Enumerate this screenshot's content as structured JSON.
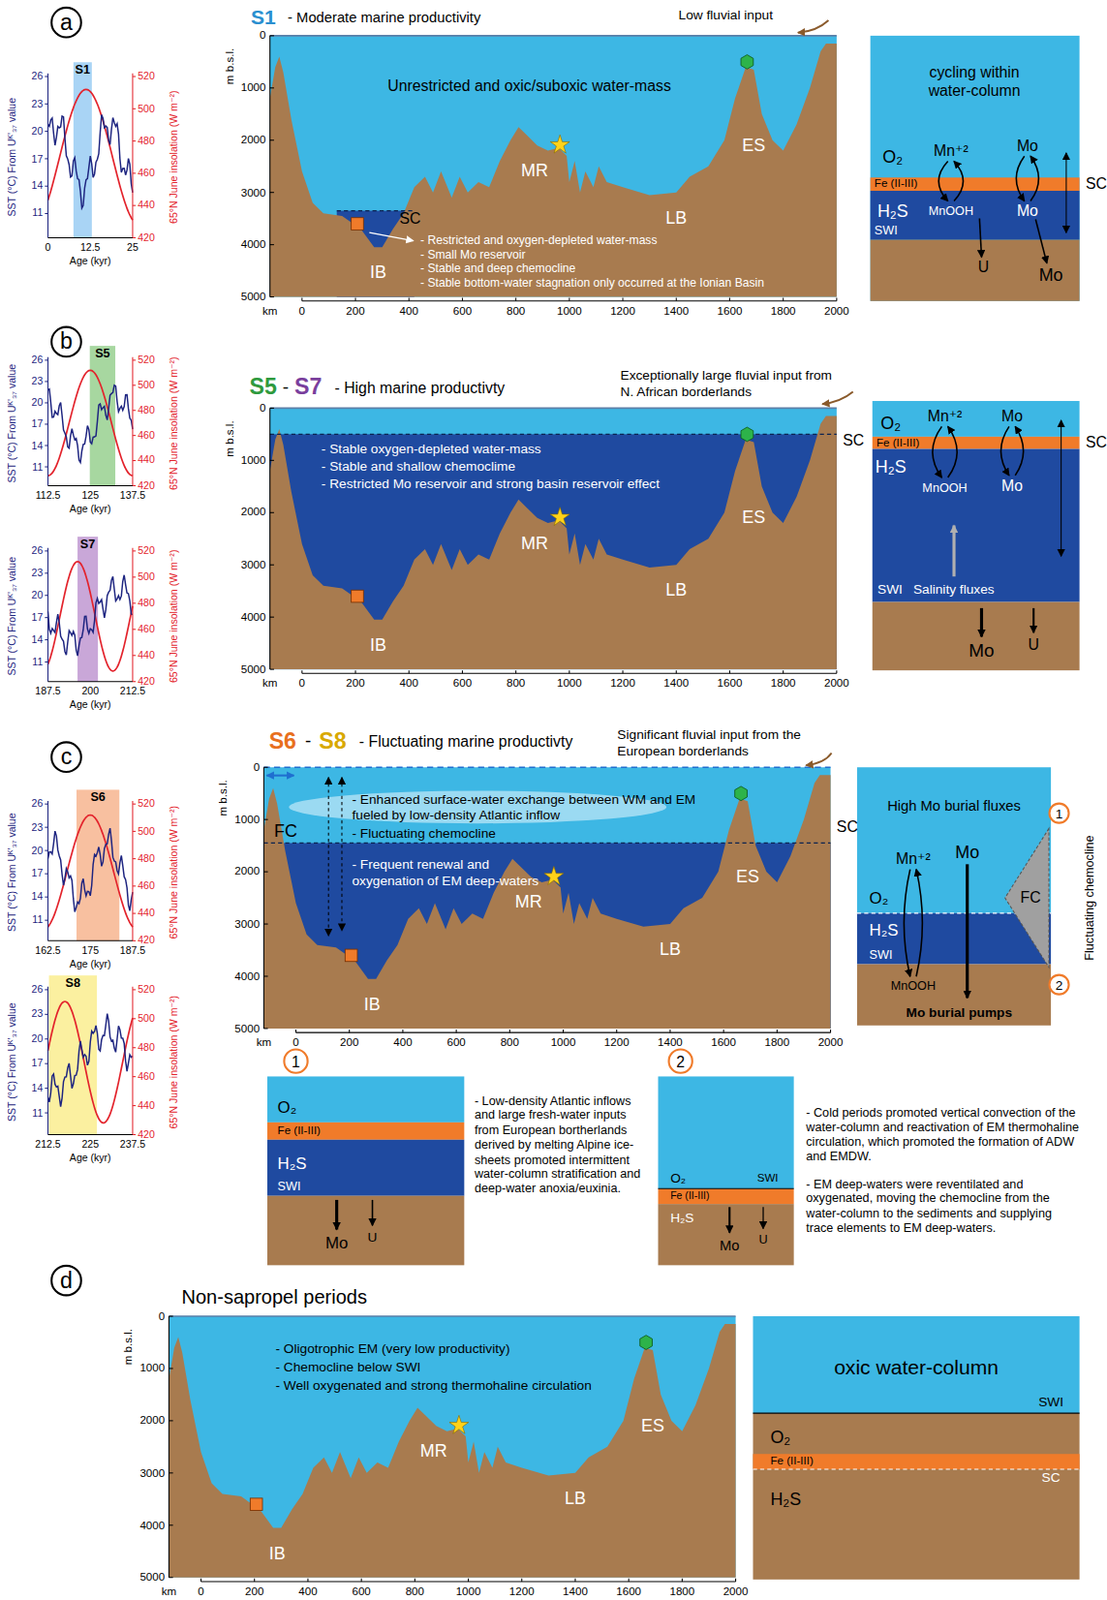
{
  "diagram": {
    "nodes": [
      {
        "text": [
          "a"
        ]
      },
      {
        "text": [
          "b"
        ]
      },
      {
        "text": [
          "c"
        ]
      },
      {
        "text": [
          "1"
        ]
      },
      {
        "text": [
          "2"
        ]
      },
      {
        "text": [
          "1"
        ]
      },
      {
        "text": [
          "2"
        ]
      },
      {
        "text": [
          "d"
        ]
      }
    ],
    "edges": [],
    "labels": [
      "S1",
      "SST (°C) From Uᴷ'₃₇ value",
      "26",
      "23",
      "20",
      "17",
      "14",
      "11",
      "520",
      "500",
      "480",
      "460",
      "440",
      "420",
      "65°N June insolation (W m⁻²)",
      "0",
      "12.5",
      "25",
      "Age (kyr)",
      "m b.s.l.",
      "0",
      "1000",
      "2000",
      "3000",
      "4000",
      "5000",
      "km",
      "0",
      "200",
      "400",
      "600",
      "800",
      "1000",
      "1200",
      "1400",
      "1600",
      "1800",
      "2000",
      "S1",
      "- Moderate marine productivity",
      "Low fluvial input",
      "Unrestricted and oxic/suboxic water-mass",
      "SC",
      "IB",
      "MR",
      "LB",
      "ES",
      "- Restricted and oxygen-depleted water-mass",
      "- Small Mo reservoir",
      "- Stable and deep chemocline",
      "- Stable bottom-water stagnation only occurred at the Ionian Basin",
      "cycling within water-column",
      "O₂",
      "Mn⁺²",
      "Mo",
      "Fe (II-III)",
      "SC",
      "H₂S",
      "MnOOH",
      "Mo",
      "SWI",
      "U",
      "Mo",
      "S5",
      "SST (°C) From Uᴷ'₃₇ value",
      "26",
      "23",
      "20",
      "17",
      "14",
      "11",
      "520",
      "500",
      "480",
      "460",
      "440",
      "420",
      "65°N June insolation (W m⁻²)",
      "112.5",
      "125",
      "137.5",
      "Age (kyr)",
      "S7",
      "SST (°C) From Uᴷ'₃₇ value",
      "26",
      "23",
      "20",
      "17",
      "14",
      "11",
      "520",
      "500",
      "480",
      "460",
      "440",
      "420",
      "65°N June insolation (W m⁻²)",
      "187.5",
      "200",
      "212.5",
      "Age (kyr)",
      "m b.s.l.",
      "0",
      "1000",
      "2000",
      "3000",
      "4000",
      "5000",
      "km",
      "0",
      "200",
      "400",
      "600",
      "800",
      "1000",
      "1200",
      "1400",
      "1600",
      "1800",
      "2000",
      "S5",
      "-",
      "S7",
      "- High marine productivty",
      "Exceptionally large fluvial input from N. African borderlands",
      "SC",
      "- Stable oxygen-depleted water-mass",
      "- Stable and shallow chemoclime",
      "- Restricted Mo reservoir and strong basin reservoir effect",
      "MR",
      "ES",
      "LB",
      "IB",
      "O₂",
      "Mn⁺²",
      "Mo",
      "Fe (II-III)",
      "SC",
      "H₂S",
      "MnOOH",
      "Mo",
      "SWI",
      "Salinity fluxes",
      "Mo",
      "U",
      "S6",
      "SST (°C) From Uᴷ'₃₇ value",
      "26",
      "23",
      "20",
      "17",
      "14",
      "11",
      "520",
      "500",
      "480",
      "460",
      "440",
      "420",
      "65°N June insolation (W m⁻²)",
      "162.5",
      "175",
      "187.5",
      "Age (kyr)",
      "S8",
      "SST (°C) From Uᴷ'₃₇ value",
      "26",
      "23",
      "20",
      "17",
      "14",
      "11",
      "520",
      "500",
      "480",
      "460",
      "440",
      "420",
      "65°N June insolation (W m⁻²)",
      "212.5",
      "225",
      "237.5",
      "Age (kyr)",
      "m b.s.l.",
      "0",
      "1000",
      "2000",
      "3000",
      "4000",
      "5000",
      "km",
      "0",
      "200",
      "400",
      "600",
      "800",
      "1000",
      "1200",
      "1400",
      "1600",
      "1800",
      "2000",
      "S6",
      "-",
      "S8",
      "- Fluctuating marine productivty",
      "Significant fluvial input from the European borderlands",
      "- Enhanced surface-water exchange between WM and EM fueled by low-density Atlantic inflow",
      "- Fluctuating chemocline",
      "- Frequent renewal and oxygenation of EM deep-waters",
      "FC",
      "SC",
      "MR",
      "ES",
      "LB",
      "IB",
      "High Mo burial fluxes",
      "Mo",
      "Mn⁺²",
      "O₂",
      "H₂S",
      "SWI",
      "MnOOH",
      "Mo burial pumps",
      "FC",
      "Fluctuating chemocline",
      "O₂",
      "Fe (II-III)",
      "H₂S",
      "SWI",
      "Mo",
      "U",
      "- Low-density Atlantic inflows and large fresh-water inputs from European bortherlands derived by melting Alpine ice-sheets promoted intermittent water-column stratification and deep-water anoxia/euxinia.",
      "O₂",
      "Fe (II-III)",
      "SWI",
      "H₂S",
      "Mo",
      "U",
      "- Cold periods promoted vertical convection of the water-column and reactivation of EM thermohaline circulation, which promoted the formation of ADW and EMDW.",
      "- EM deep-waters were reventilated and oxygenated, moving the chemocline from the water-column to the sediments and supplying trace elements to EM deep-waters.",
      "Non-sapropel periods",
      "m b.s.l.",
      "0",
      "1000",
      "2000",
      "3000",
      "4000",
      "5000",
      "km",
      "0",
      "200",
      "400",
      "600",
      "800",
      "1000",
      "1200",
      "1400",
      "1600",
      "1800",
      "2000",
      "- Oligotrophic EM (very low productivity)",
      "- Chemocline below SWI",
      "- Well oxygenated and strong thermohaline circulation",
      "MR",
      "ES",
      "LB",
      "IB",
      "oxic water-column",
      "SWI",
      "O₂",
      "Fe (II-III)",
      "SC",
      "H₂S"
    ]
  }
}
